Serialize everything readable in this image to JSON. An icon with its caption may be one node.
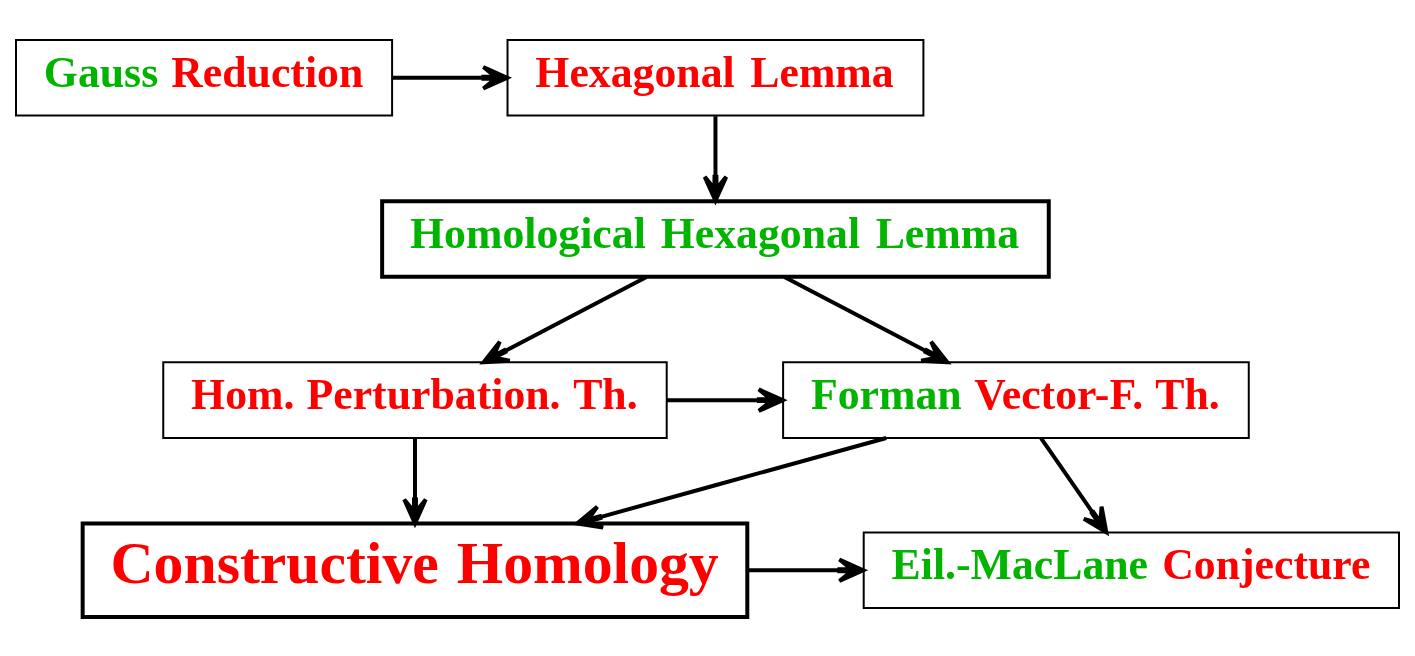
{
  "diagram": {
    "nodes": [
      {
        "text": [
          "Gauss Reduction"
        ]
      },
      {
        "text": [
          "Hexagonal Lemma"
        ]
      },
      {
        "text": [
          "Homological Hexagonal Lemma"
        ]
      },
      {
        "text": [
          "Hom. Perturbation. Th."
        ]
      },
      {
        "text": [
          "Forman Vector-F. Th."
        ]
      },
      {
        "text": [
          "Constructive Homology"
        ]
      },
      {
        "text": [
          "Eil.-MacLane Conjecture"
        ]
      }
    ],
    "edges": [
      {
        "from": 0,
        "to": 1,
        "arrow": "to"
      },
      {
        "from": 1,
        "to": 2,
        "arrow": "to"
      },
      {
        "from": 2,
        "to": 3,
        "arrow": "to"
      },
      {
        "from": 2,
        "to": 4,
        "arrow": "to"
      },
      {
        "from": 3,
        "to": 4,
        "arrow": "to"
      },
      {
        "from": 3,
        "to": 5,
        "arrow": "to"
      },
      {
        "from": 4,
        "to": 5,
        "arrow": "to"
      },
      {
        "from": 4,
        "to": 6,
        "arrow": "to"
      },
      {
        "from": 5,
        "to": 6,
        "arrow": "to"
      }
    ]
  }
}
